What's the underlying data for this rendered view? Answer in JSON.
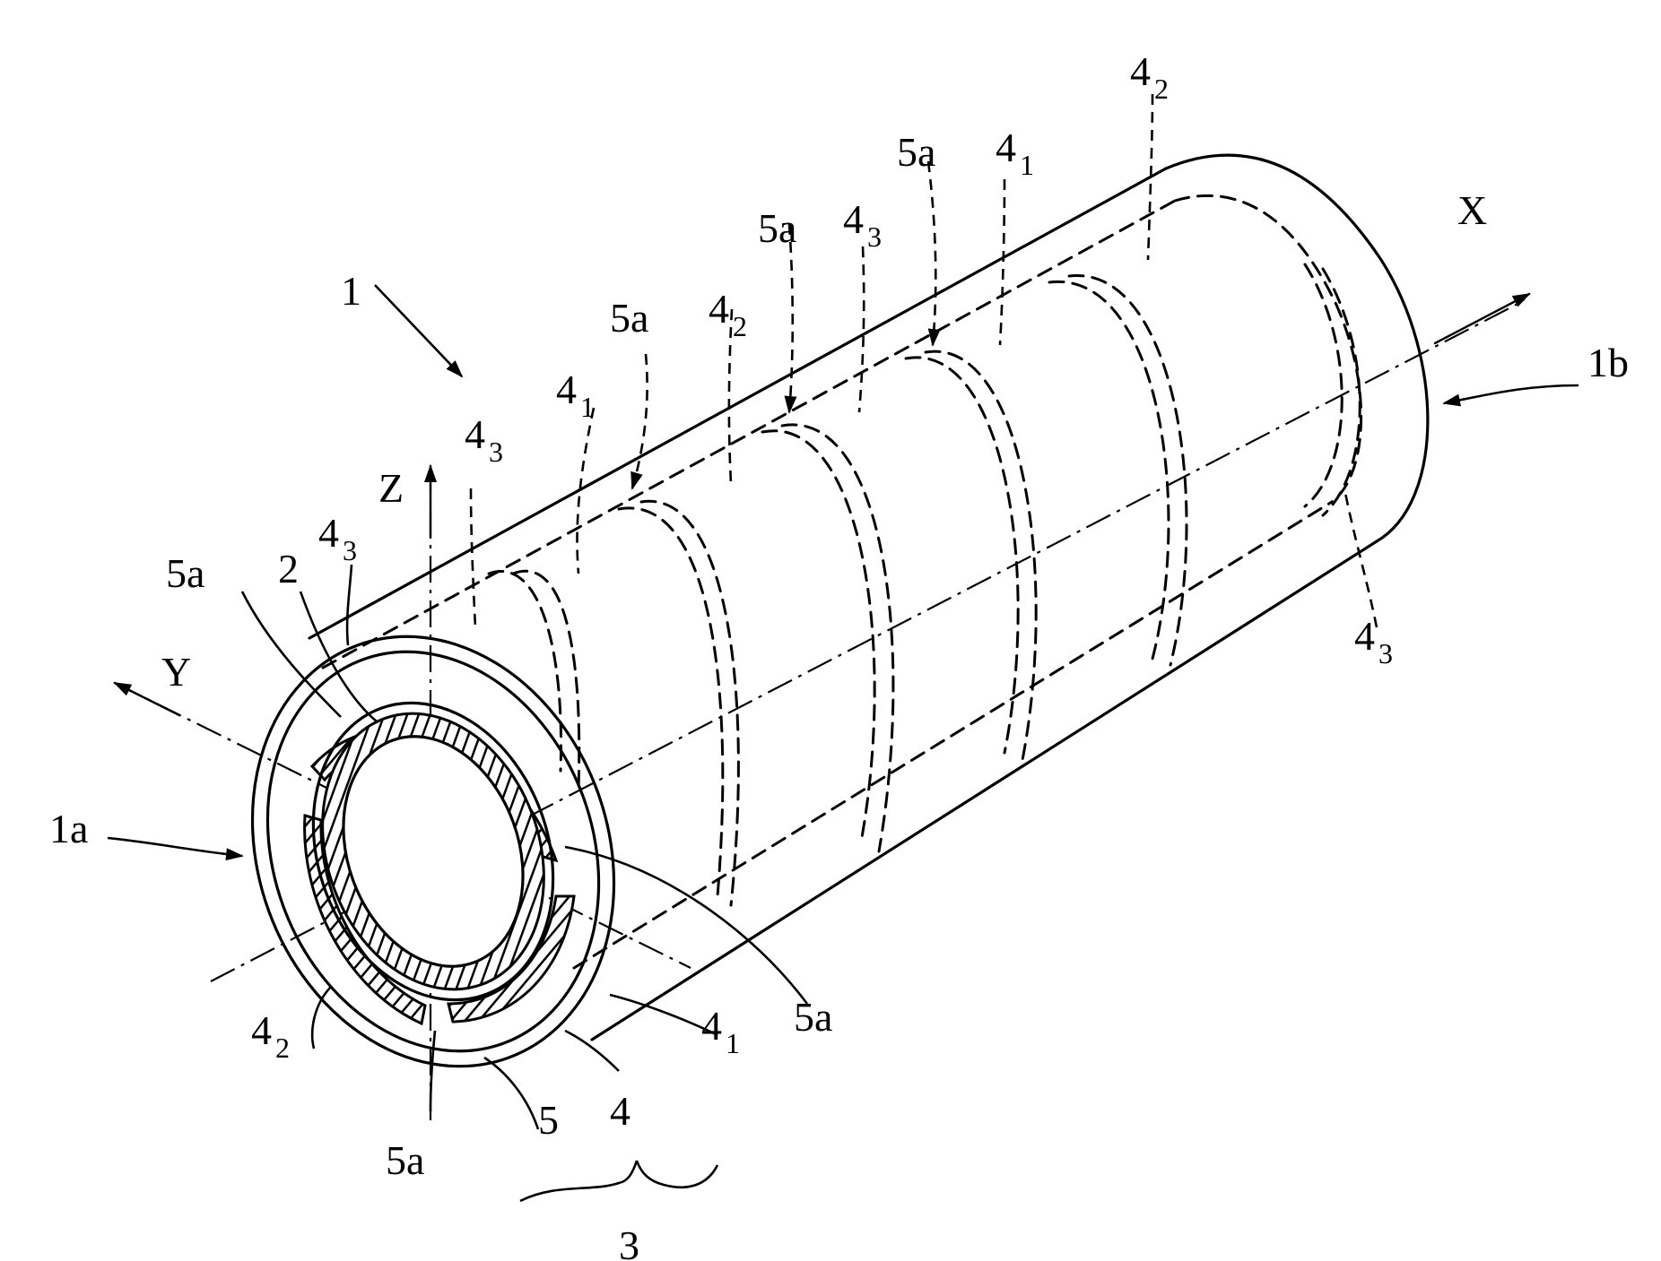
{
  "labels": {
    "device": "1",
    "end_a": "1a",
    "end_b": "1b",
    "inner_tube": "2",
    "wall": "3",
    "layer": "4",
    "jacket": "5",
    "gap": "5a",
    "axis_x": "X",
    "axis_y": "Y",
    "axis_z": "Z",
    "seg_base": "4",
    "seg_1": "1",
    "seg_2": "2",
    "seg_3": "3"
  }
}
